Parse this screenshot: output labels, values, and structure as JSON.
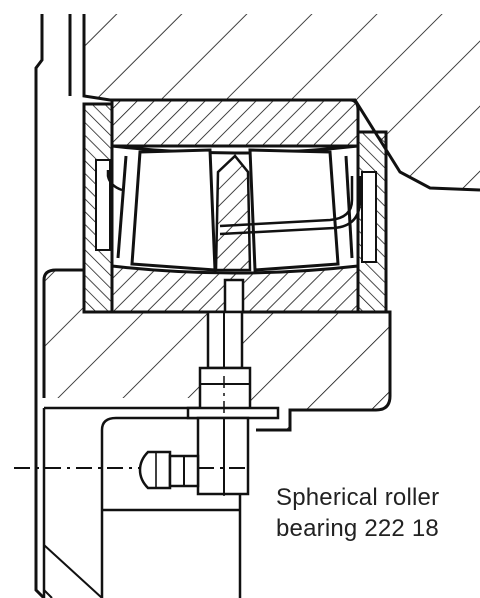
{
  "figure": {
    "caption_line_1": "Spherical roller",
    "caption_line_2": "bearing 222 18"
  },
  "colors": {
    "ink": "#111111",
    "paper": "#ffffff",
    "caption": "#222222"
  },
  "parts": [
    "housing",
    "shaft",
    "outer-ring",
    "inner-ring",
    "roller-left",
    "roller-right",
    "cage",
    "locking-sleeve",
    "grease-nipple",
    "lubrication-channel",
    "centerline"
  ]
}
